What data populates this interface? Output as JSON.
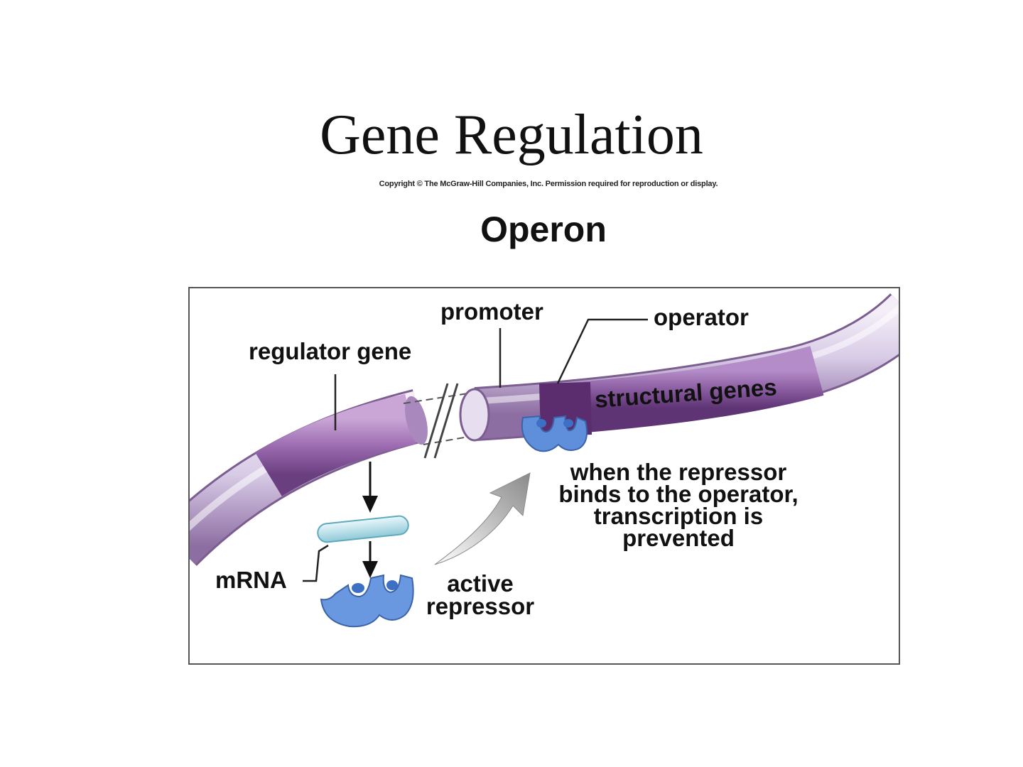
{
  "slide": {
    "title": "Gene Regulation",
    "copyright": "Copyright © The McGraw-Hill Companies, Inc. Permission required for reproduction or display."
  },
  "figure": {
    "heading": "Operon",
    "labels": {
      "promoter": "promoter",
      "operator": "operator",
      "regulator_gene": "regulator gene",
      "structural_genes": "structural genes",
      "mrna": "mRNA",
      "active_repressor_line1": "active",
      "active_repressor_line2": "repressor",
      "caption_line1": "when the repressor",
      "caption_line2": "binds to the operator,",
      "caption_line3": "transcription is",
      "caption_line4": "prevented"
    },
    "colors": {
      "dna_light": "#ddd3ea",
      "dna_purple": "#9b79b0",
      "gene_purple": "#7a4b8f",
      "operator_dark": "#5b2d6e",
      "repressor_blue": "#5f8fdb",
      "mrna_cyan": "#bde6ee",
      "arrow_gray": "#9a9a9a"
    }
  }
}
